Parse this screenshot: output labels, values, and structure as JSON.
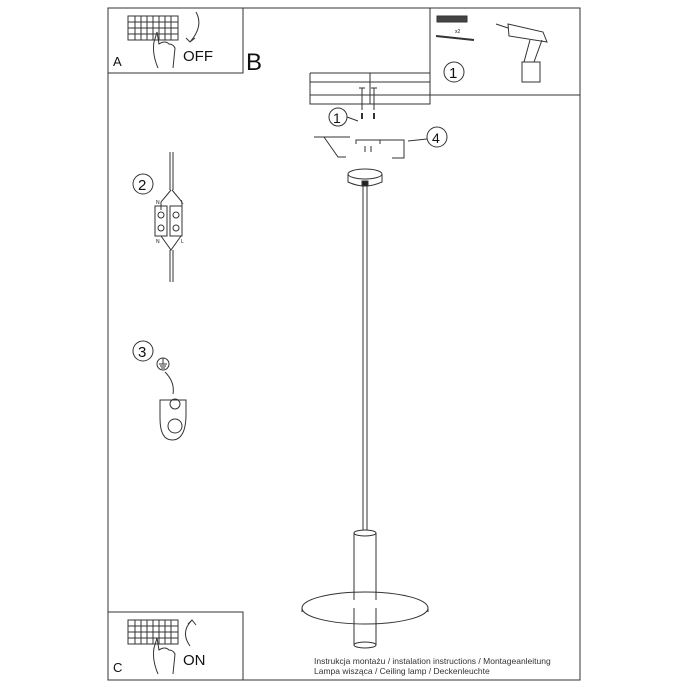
{
  "panels": {
    "a": {
      "letter": "A",
      "label": "OFF"
    },
    "b": {
      "letter": "B"
    },
    "c": {
      "letter": "C",
      "label": "ON"
    }
  },
  "steps": {
    "tools_step": "1",
    "screws_step": "1",
    "wiring_step": "2",
    "ground_step": "3",
    "mount_step": "4"
  },
  "tools": {
    "quantity": "x2"
  },
  "wiring": {
    "neutral": "N",
    "live": "L"
  },
  "footer": {
    "line1": "Instrukcja montażu / instalation instructions / Montageanleitung",
    "line2": "Lampa wisząca / Ceiling lamp / Deckenleuchte"
  },
  "colors": {
    "line": "#333333",
    "background": "#ffffff"
  }
}
